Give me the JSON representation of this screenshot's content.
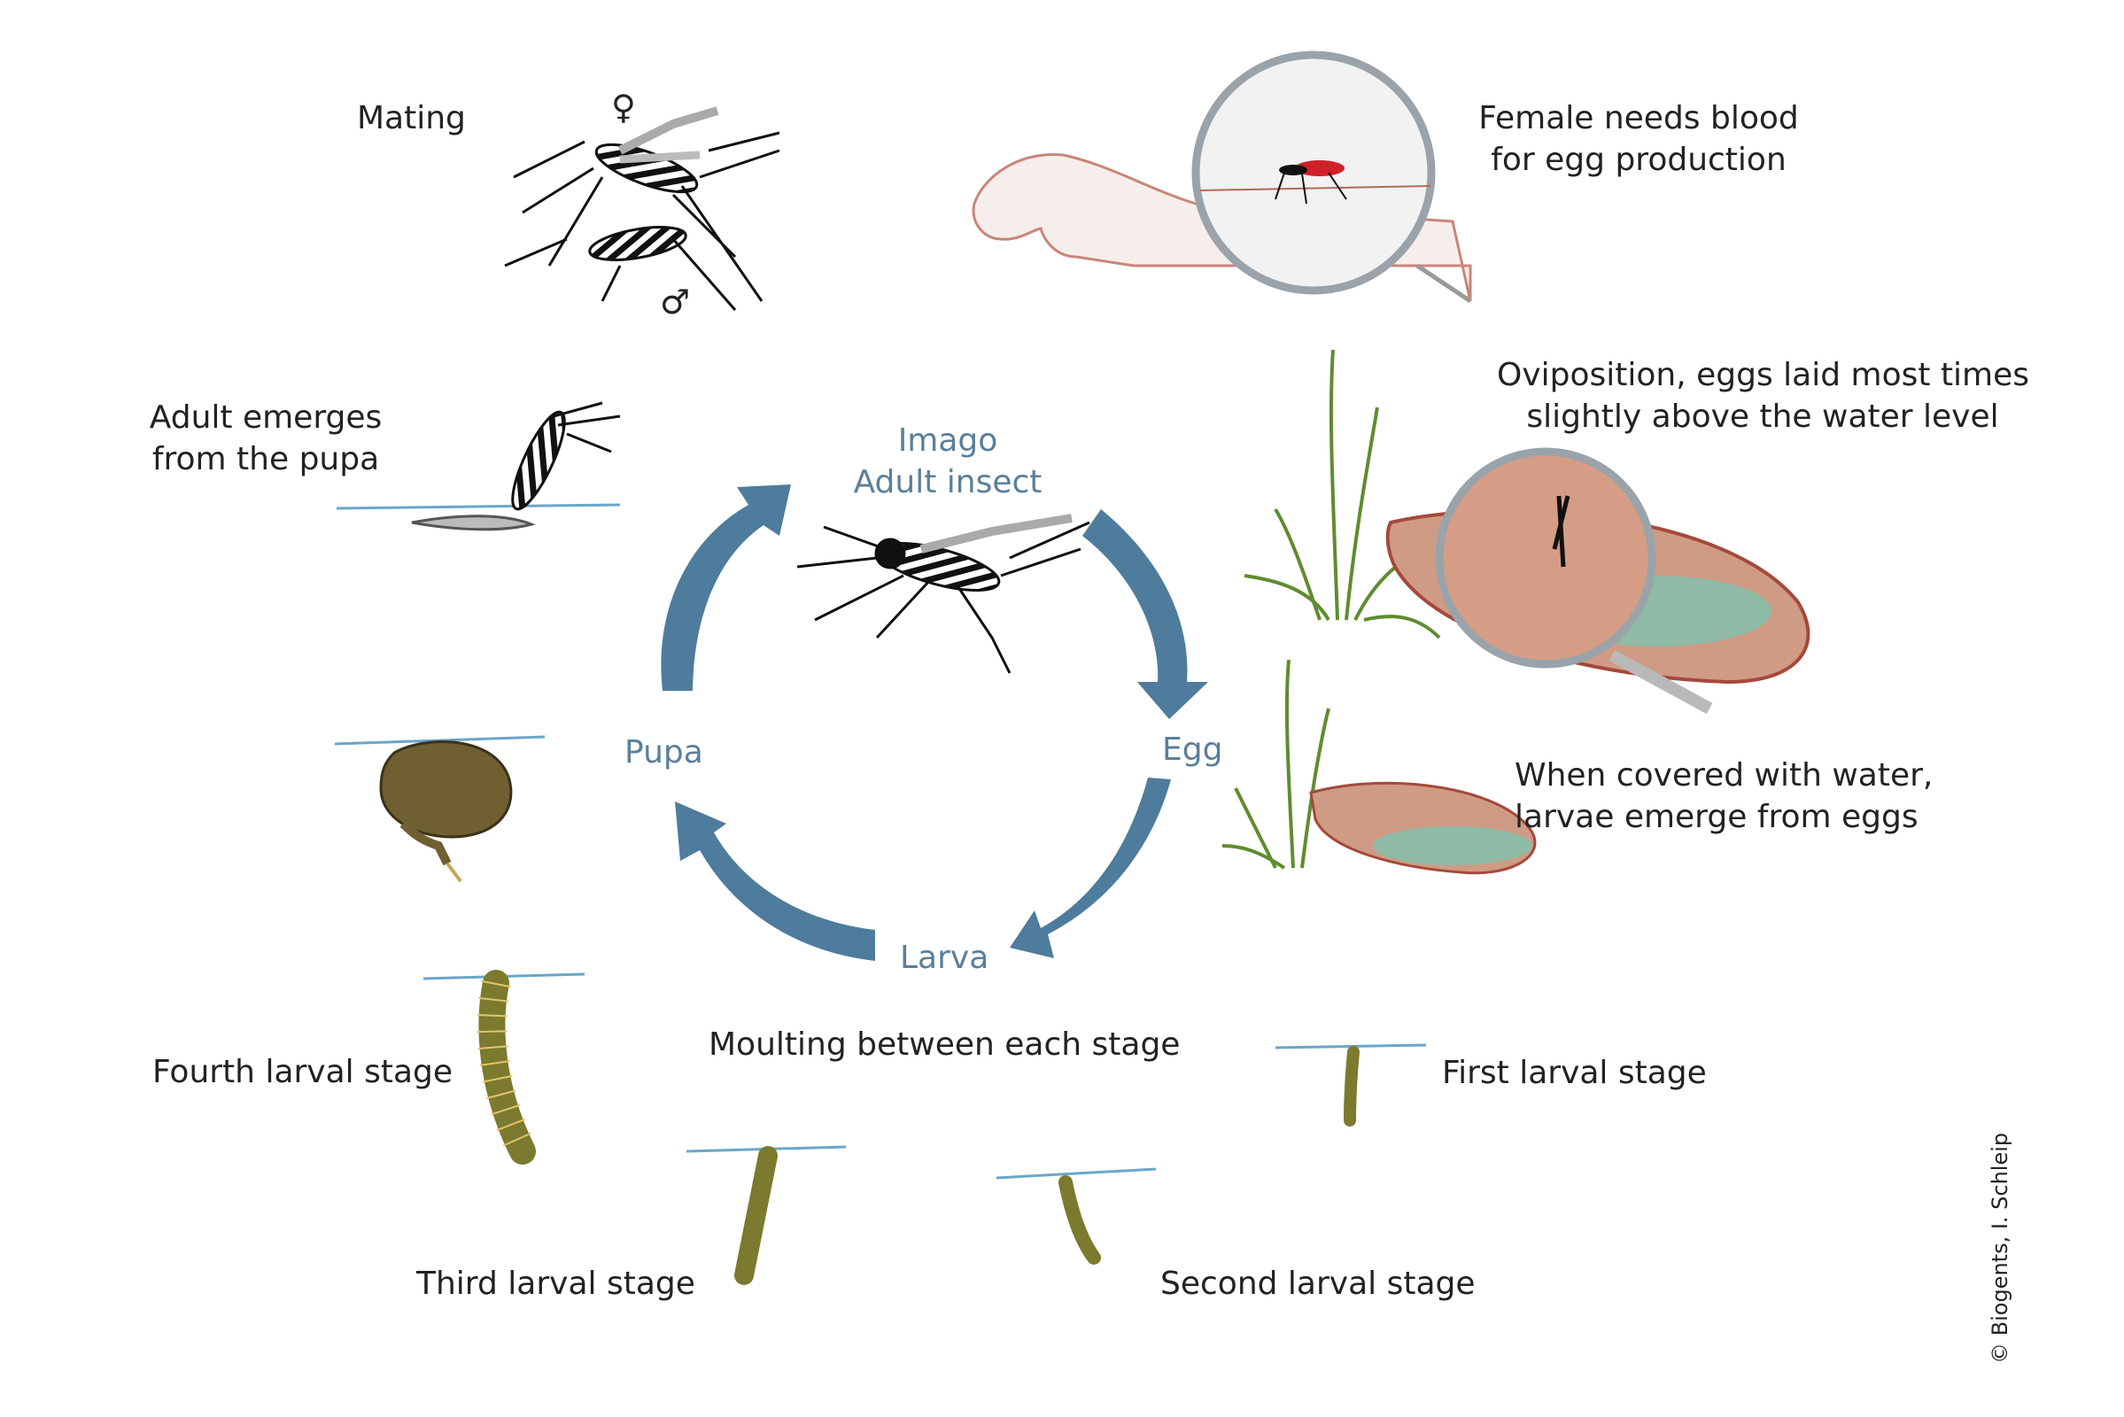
{
  "colors": {
    "cycle_arrow": "#4e7c9c",
    "stage_label": "#5a7f9b",
    "text": "#222222",
    "water": "#6aa6c8",
    "larva": "#7b7a2e",
    "pupa": "#6f5f31",
    "grass": "#5f8c2f",
    "container": "#c98e77",
    "container_water": "#8ab8a3",
    "skin": "#f2e4e0",
    "blood": "#d0202a"
  },
  "cycle": {
    "imago_line1": "Imago",
    "imago_line2": "Adult insect",
    "egg": "Egg",
    "larva": "Larva",
    "pupa": "Pupa",
    "moulting": "Moulting between each stage"
  },
  "annotations": {
    "mating": "Mating",
    "female_symbol": "♀",
    "male_symbol": "♂",
    "blood_line1": "Female needs blood",
    "blood_line2": "for egg production",
    "oviposition_line1": "Oviposition, eggs laid most times",
    "oviposition_line2": "slightly above the water level",
    "hatch_line1": "When covered with water,",
    "hatch_line2": "larvae emerge from eggs",
    "adult_emerges_line1": "Adult emerges",
    "adult_emerges_line2": "from the pupa",
    "first_larval": "First larval stage",
    "second_larval": "Second larval stage",
    "third_larval": "Third larval stage",
    "fourth_larval": "Fourth larval stage"
  },
  "credit": "© Biogents, I. Schleip"
}
